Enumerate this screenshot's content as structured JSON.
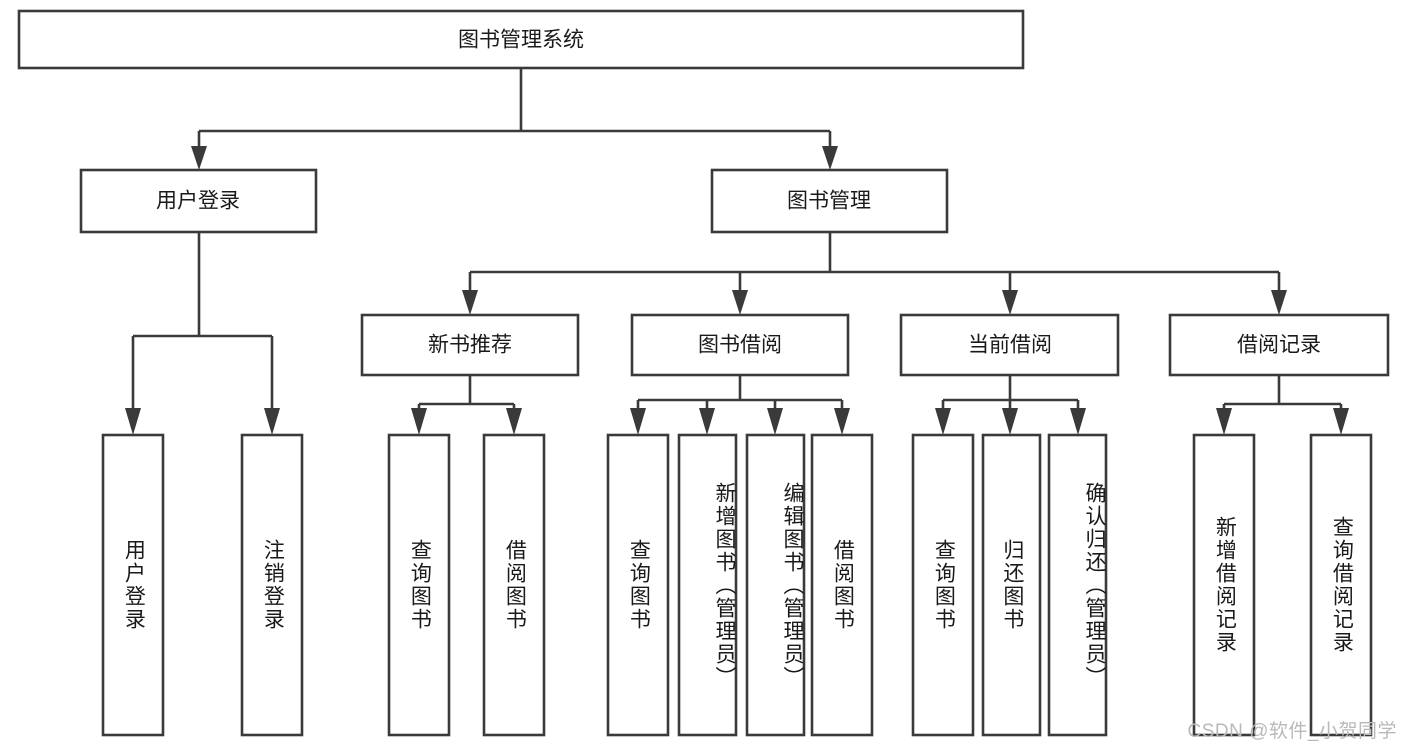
{
  "diagram": {
    "type": "tree-hierarchy",
    "title": "图书管理系统",
    "watermark": "CSDN @软件_小贺同学",
    "colors": {
      "box_fill": "#ffffff",
      "box_stroke": "#3a3a3a",
      "text": "#1a1a1a",
      "background": "#ffffff",
      "watermark": "#b9b9b9"
    },
    "root": {
      "label": "图书管理系统"
    },
    "level2": [
      {
        "label": "用户登录"
      },
      {
        "label": "图书管理"
      }
    ],
    "level3": [
      {
        "label": "新书推荐"
      },
      {
        "label": "图书借阅"
      },
      {
        "label": "当前借阅"
      },
      {
        "label": "借阅记录"
      }
    ],
    "leaves": {
      "user_login": [
        {
          "label": "用户登录"
        },
        {
          "label": "注销登录"
        }
      ],
      "new_book_recommend": [
        {
          "label": "查询图书"
        },
        {
          "label": "借阅图书"
        }
      ],
      "book_borrow": [
        {
          "label": "查询图书"
        },
        {
          "label": "新增图书（管理员）"
        },
        {
          "label": "编辑图书（管理员）"
        },
        {
          "label": "借阅图书"
        }
      ],
      "current_borrow": [
        {
          "label": "查询图书"
        },
        {
          "label": "归还图书"
        },
        {
          "label": "确认归还（管理员）"
        }
      ],
      "borrow_record": [
        {
          "label": "新增借阅记录"
        },
        {
          "label": "查询借阅记录"
        }
      ]
    }
  }
}
